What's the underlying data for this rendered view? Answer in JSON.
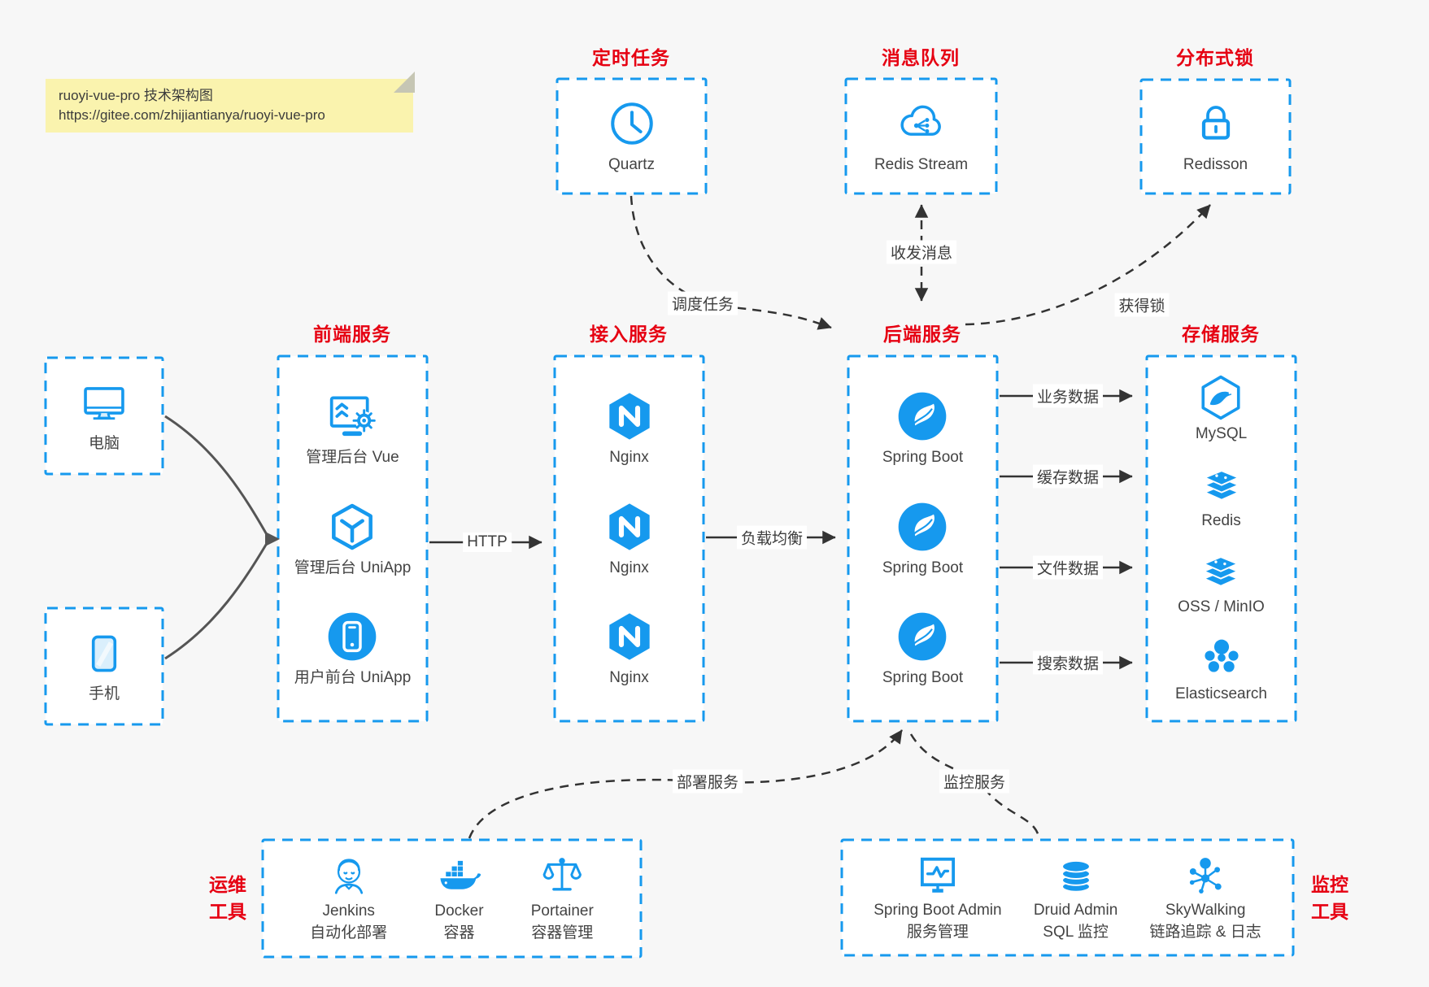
{
  "note": {
    "title": "ruoyi-vue-pro 技术架构图",
    "url": "https://gitee.com/zhijiantianya/ruoyi-vue-pro"
  },
  "top_groups": {
    "scheduler": {
      "title": "定时任务",
      "item": {
        "label": "Quartz",
        "icon": "clock-icon"
      }
    },
    "mq": {
      "title": "消息队列",
      "item": {
        "label": "Redis Stream",
        "icon": "cloud-share-icon"
      }
    },
    "lock": {
      "title": "分布式锁",
      "item": {
        "label": "Redisson",
        "icon": "lock-icon"
      }
    }
  },
  "clients": {
    "pc": {
      "label": "电脑",
      "icon": "desktop-icon"
    },
    "mobile": {
      "label": "手机",
      "icon": "smartphone-icon"
    }
  },
  "columns": {
    "frontend": {
      "title": "前端服务",
      "items": [
        {
          "label": "管理后台 Vue",
          "icon": "admin-vue-icon"
        },
        {
          "label": "管理后台 UniApp",
          "icon": "uniapp-cube-icon"
        },
        {
          "label": "用户前台 UniApp",
          "icon": "user-app-icon"
        }
      ]
    },
    "gateway": {
      "title": "接入服务",
      "items": [
        {
          "label": "Nginx",
          "icon": "nginx-icon"
        },
        {
          "label": "Nginx",
          "icon": "nginx-icon"
        },
        {
          "label": "Nginx",
          "icon": "nginx-icon"
        }
      ]
    },
    "backend": {
      "title": "后端服务",
      "items": [
        {
          "label": "Spring Boot",
          "icon": "spring-icon"
        },
        {
          "label": "Spring Boot",
          "icon": "spring-icon"
        },
        {
          "label": "Spring Boot",
          "icon": "spring-icon"
        }
      ]
    },
    "storage": {
      "title": "存储服务",
      "items": [
        {
          "label": "MySQL",
          "icon": "mysql-icon"
        },
        {
          "label": "Redis",
          "icon": "redis-icon"
        },
        {
          "label": "OSS / MinIO",
          "icon": "oss-icon"
        },
        {
          "label": "Elasticsearch",
          "icon": "elasticsearch-icon"
        }
      ]
    }
  },
  "bottom_groups": {
    "devops": {
      "title_line1": "运维",
      "title_line2": "工具",
      "items": [
        {
          "name": "Jenkins",
          "desc": "自动化部署",
          "icon": "jenkins-icon"
        },
        {
          "name": "Docker",
          "desc": "容器",
          "icon": "docker-whale-icon"
        },
        {
          "name": "Portainer",
          "desc": "容器管理",
          "icon": "portainer-scales-icon"
        }
      ]
    },
    "monitoring": {
      "title_line1": "监控",
      "title_line2": "工具",
      "items": [
        {
          "name": "Spring Boot Admin",
          "desc": "服务管理",
          "icon": "monitor-chart-icon"
        },
        {
          "name": "Druid Admin",
          "desc": "SQL 监控",
          "icon": "database-icon"
        },
        {
          "name": "SkyWalking",
          "desc": "链路追踪 & 日志",
          "icon": "topology-icon"
        }
      ]
    }
  },
  "edges": {
    "http": "HTTP",
    "load_balance": "负载均衡",
    "schedule_job": "调度任务",
    "send_receive_message": "收发消息",
    "acquire_lock": "获得锁",
    "business_data": "业务数据",
    "cache_data": "缓存数据",
    "file_data": "文件数据",
    "search_data": "搜索数据",
    "deploy_service": "部署服务",
    "monitor_service": "监控服务"
  },
  "colors": {
    "accent_blue": "#1699ee",
    "title_red": "#e60012",
    "note_bg": "#faf3ae",
    "arrow_dark": "#333333",
    "arrow_gray": "#555555",
    "canvas_bg": "#f7f7f7"
  }
}
